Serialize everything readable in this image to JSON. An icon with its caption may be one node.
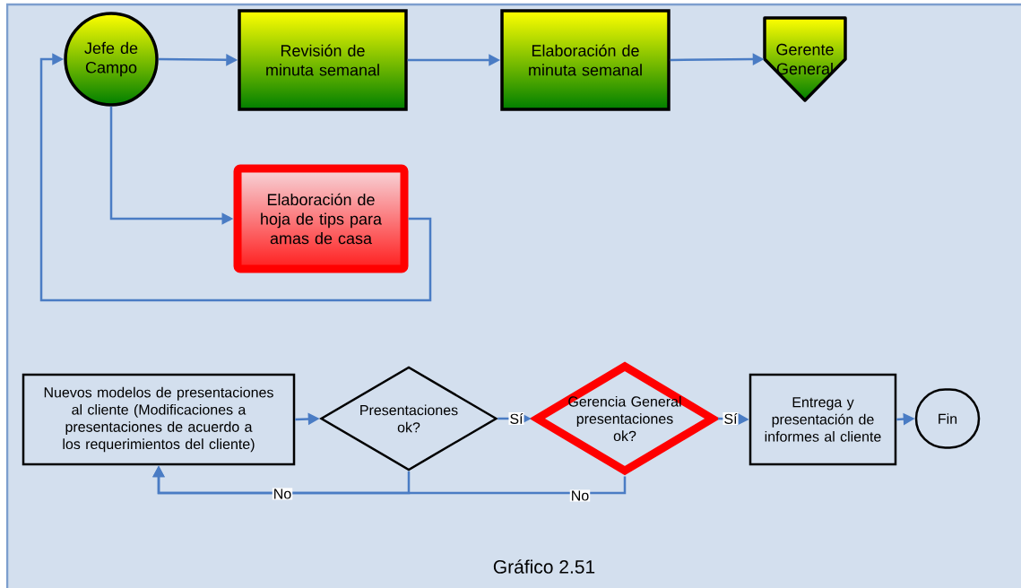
{
  "diagram": {
    "caption": "Gráfico 2.51",
    "nodes": [
      {
        "text": [
          "Jefe de Campo"
        ]
      },
      {
        "text": [
          "Revisión de minuta semanal"
        ]
      },
      {
        "text": [
          "Elaboración de minuta semanal"
        ]
      },
      {
        "text": [
          "Gerente General"
        ]
      },
      {
        "text": [
          "Elaboración de hoja de tips para amas de casa"
        ]
      },
      {
        "text": [
          "Nuevos modelos de presentaciones al cliente (Modificaciones a presentaciones de acuerdo a los requerimientos del cliente)"
        ]
      },
      {
        "text": [
          "Presentaciones ok?"
        ]
      },
      {
        "text": [
          "Gerencia General presentaciones ok?"
        ]
      },
      {
        "text": [
          "Entrega y presentación de informes al cliente"
        ]
      },
      {
        "text": [
          "Fin"
        ]
      }
    ],
    "edges": [
      {
        "from": 0,
        "to": 1,
        "arrow": "to"
      },
      {
        "from": 1,
        "to": 2,
        "arrow": "to"
      },
      {
        "from": 2,
        "to": 3,
        "arrow": "to"
      },
      {
        "from": 0,
        "to": 4,
        "arrow": "to"
      },
      {
        "from": 4,
        "to": 0,
        "arrow": "to"
      },
      {
        "from": 5,
        "to": 6,
        "arrow": "to"
      },
      {
        "from": 6,
        "to": 7,
        "arrow": "to",
        "label": "Sí"
      },
      {
        "from": 7,
        "to": 8,
        "arrow": "to",
        "label": "Sí"
      },
      {
        "from": 8,
        "to": 9,
        "arrow": "to"
      },
      {
        "from": 6,
        "to": 5,
        "arrow": "to",
        "label": "No"
      },
      {
        "from": 7,
        "to": 5,
        "arrow": "to",
        "label": "No"
      }
    ]
  }
}
